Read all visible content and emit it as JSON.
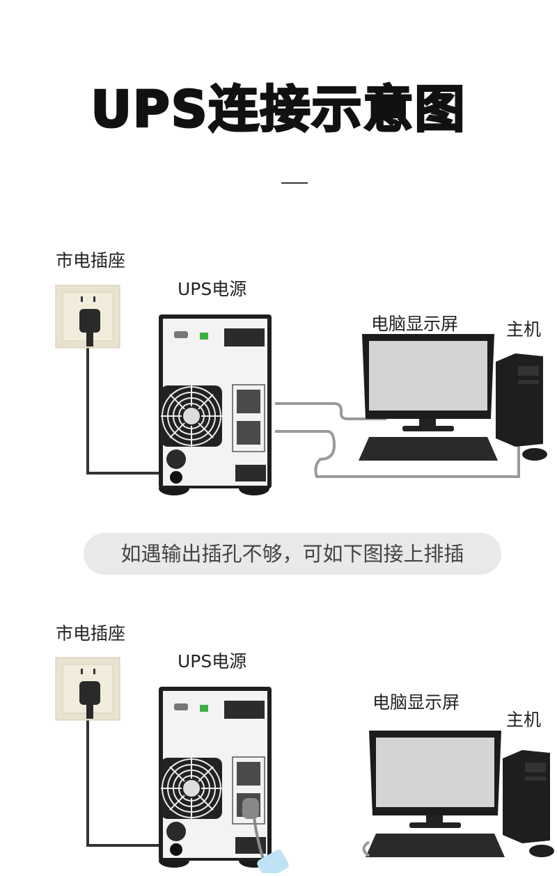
{
  "title": "UPS连接示意图",
  "scene1": {
    "outlet_label": "市电插座",
    "ups_label": "UPS电源",
    "monitor_label": "电脑显示屏",
    "host_label": "主机"
  },
  "banner": "如遇输出插孔不够，可如下图接上排插",
  "scene2": {
    "outlet_label": "市电插座",
    "ups_label": "UPS电源",
    "monitor_label": "电脑显示屏",
    "host_label": "主机"
  },
  "colors": {
    "cable": "#333333",
    "output_cable": "#9a9a9a",
    "ups_body": "#1e1e1e",
    "connector": "#3cb043",
    "power_strip": "#bfe3f5"
  }
}
